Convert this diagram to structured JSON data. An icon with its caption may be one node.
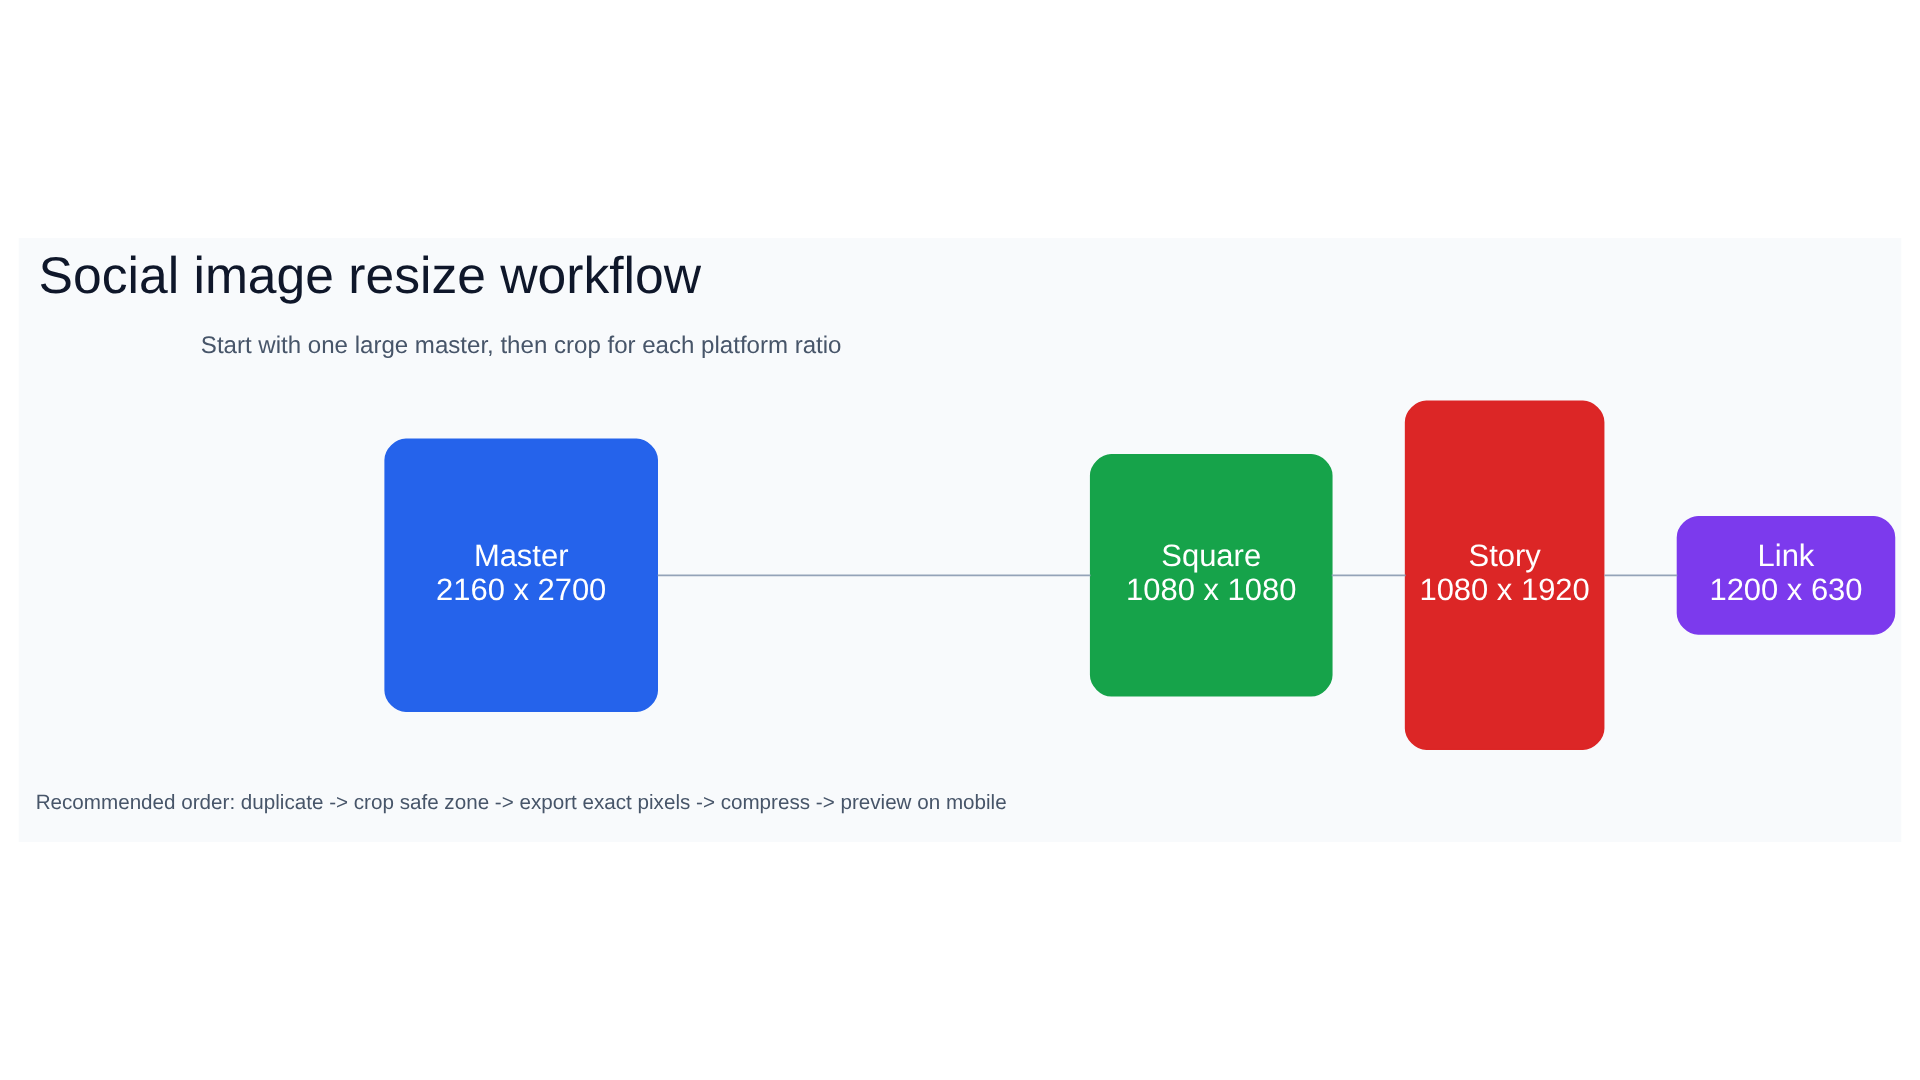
{
  "diagram": {
    "title": "Social image resize workflow",
    "nodes": [
      {
        "text": [
          "Master",
          "2160 x 2700"
        ]
      },
      {
        "text": [
          "Square",
          "1080 x 1080"
        ]
      },
      {
        "text": [
          "Story",
          "1080 x 1920"
        ]
      },
      {
        "text": [
          "Link",
          "1200 x 630"
        ]
      }
    ],
    "edges": [
      {
        "from": 0,
        "to": 1,
        "arrow": "none"
      },
      {
        "from": 1,
        "to": 2,
        "arrow": "none"
      },
      {
        "from": 2,
        "to": 3,
        "arrow": "none"
      }
    ],
    "labels": [
      "Start with one large master, then crop for each platform ratio",
      "Recommended order: duplicate -> crop safe zone -> export exact pixels -> compress -> preview on mobile"
    ]
  }
}
